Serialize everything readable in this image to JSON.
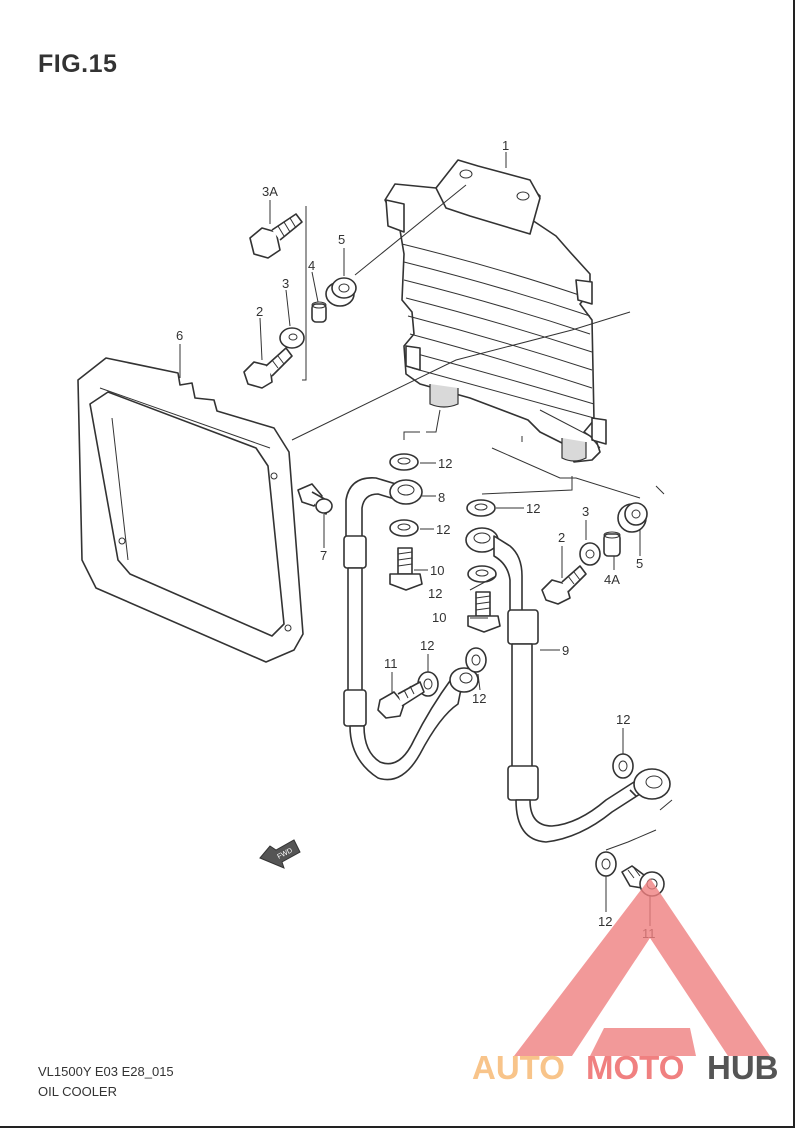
{
  "figure": {
    "title": "FIG.15",
    "model_code": "VL1500Y E03 E28_015",
    "group_name": "OIL COOLER"
  },
  "callouts": {
    "c1": "1",
    "c3a": "3A",
    "c5a": "5",
    "c4a": "4",
    "c3b": "3",
    "c2a": "2",
    "c6": "6",
    "c12a": "12",
    "c8": "8",
    "c12b": "12",
    "c12c": "12",
    "c7": "7",
    "c10a": "10",
    "c12d": "12",
    "c10b": "10",
    "c3c": "3",
    "c2b": "2",
    "c4b": "4A",
    "c5b": "5",
    "c12e": "12",
    "c11a": "11",
    "c12f": "12",
    "c9": "9",
    "c12g": "12",
    "c12h": "12",
    "c11b": "11"
  },
  "fwd_label": "FWD",
  "watermark": {
    "part1": "AUTO",
    "part2": "MOTO",
    "part3": "HUB",
    "color_light": "#f8c48a",
    "color_red": "#f08080",
    "color_dark": "#555555"
  }
}
